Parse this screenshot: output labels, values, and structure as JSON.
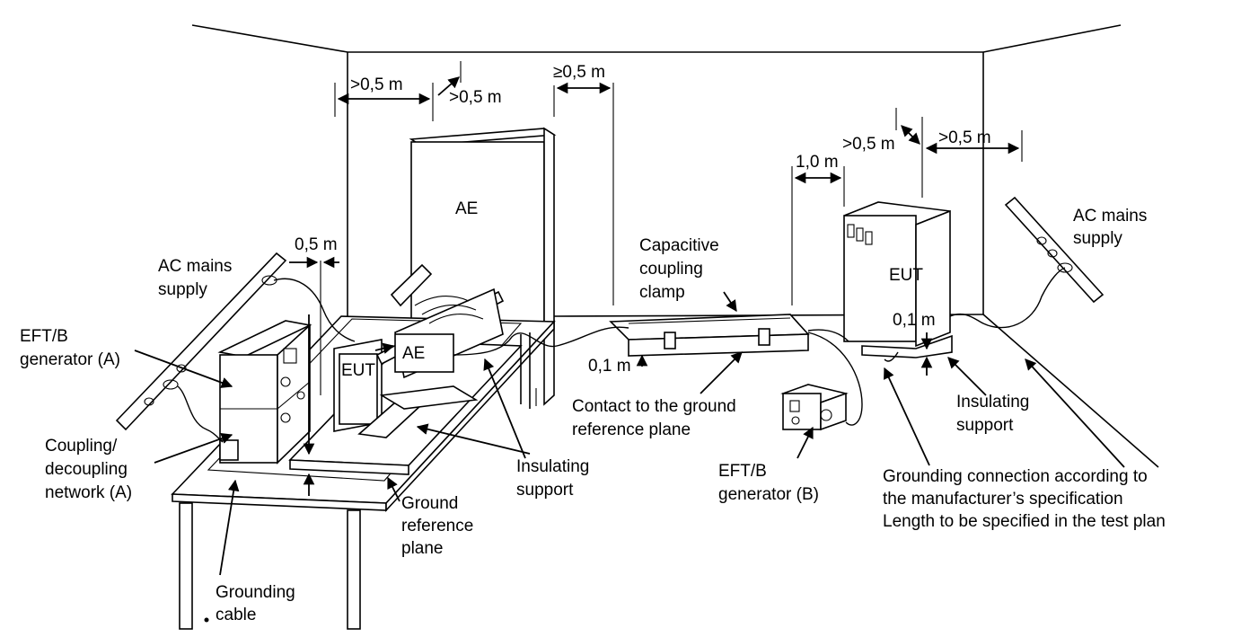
{
  "dimensions": {
    "ae_left": ">0,5 m",
    "ae_right": ">0,5 m",
    "clamp_left": "≥0,5 m",
    "table_gap": "0,5 m",
    "eut_left": "1,0 m",
    "eut_top_left": ">0,5 m",
    "eut_top_right": ">0,5 m",
    "clamp_height": "0,1 m",
    "eut_height": "0,1 m"
  },
  "labels": {
    "ae_large": "AE",
    "ae_small": "AE",
    "eut_table": "EUT",
    "eut_floor": "EUT",
    "ac_mains_left": [
      "AC mains",
      "supply"
    ],
    "ac_mains_right": [
      "AC mains",
      "supply"
    ],
    "eft_a": [
      "EFT/B",
      "generator (A)"
    ],
    "cdn_a": [
      "Coupling/",
      "decoupling",
      "network (A)"
    ],
    "clamp": [
      "Capacitive",
      "coupling",
      "clamp"
    ],
    "contact": [
      "Contact to the ground",
      "reference plane"
    ],
    "eft_b": [
      "EFT/B",
      "generator (B)"
    ],
    "insulating_mid": [
      "Insulating",
      "support"
    ],
    "insulating_right": [
      "Insulating",
      "support"
    ],
    "ground_plane": [
      "Ground",
      "reference",
      "plane"
    ],
    "grounding_cable": [
      "Grounding",
      "cable"
    ],
    "grounding_conn": [
      "Grounding connection according to",
      "the manufacturer’s specification",
      "Length to be specified in the test plan"
    ]
  }
}
